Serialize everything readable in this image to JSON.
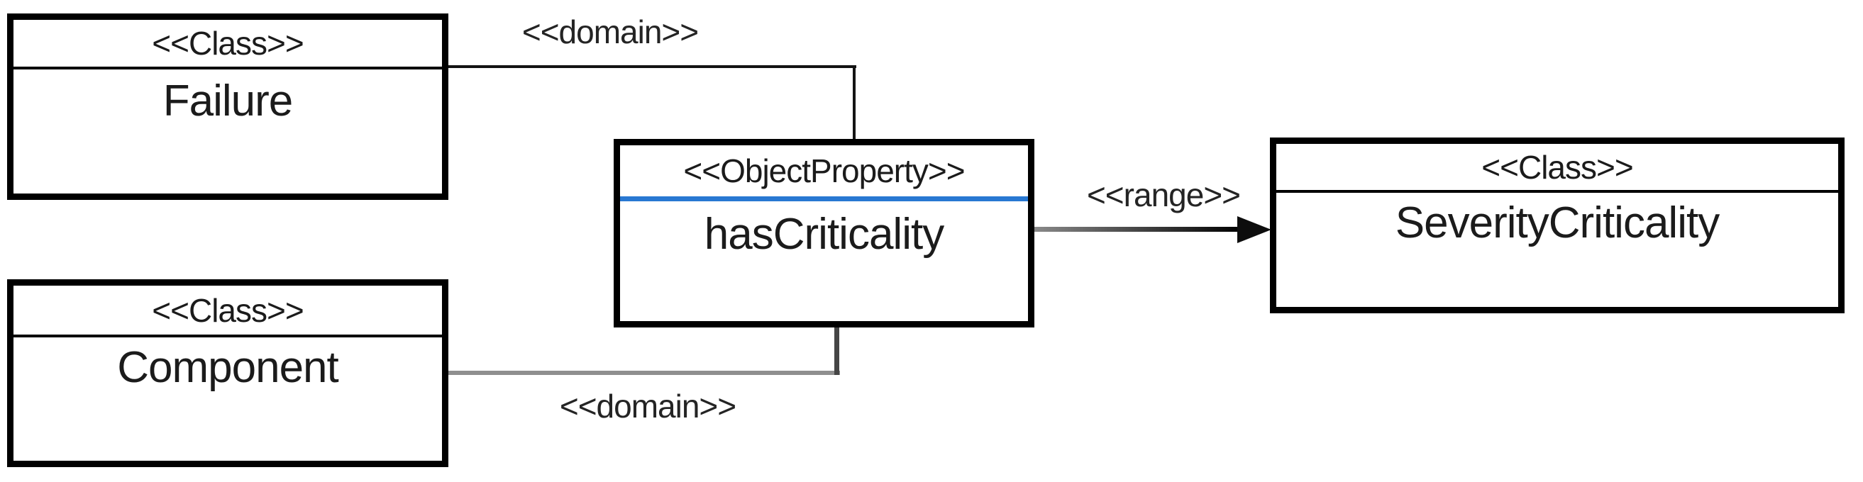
{
  "boxes": {
    "failure": {
      "stereotype": "<<Class>>",
      "name": "Failure"
    },
    "component": {
      "stereotype": "<<Class>>",
      "name": "Component"
    },
    "hasCriticality": {
      "stereotype": "<<ObjectProperty>>",
      "name": "hasCriticality"
    },
    "severityCriticality": {
      "stereotype": "<<Class>>",
      "name": "SeverityCriticality"
    }
  },
  "edges": {
    "domain_failure": {
      "label": "<<domain>>"
    },
    "domain_component": {
      "label": "<<domain>>"
    },
    "range": {
      "label": "<<range>>"
    }
  },
  "colors": {
    "border": "#000000",
    "blue_divider": "#2878d2",
    "gray_line": "#8f8f8f",
    "dark_line": "#141414",
    "range_line_start": "#8a8a8a",
    "range_line_end": "#000000",
    "vertical_gray_dark": "#454545"
  }
}
